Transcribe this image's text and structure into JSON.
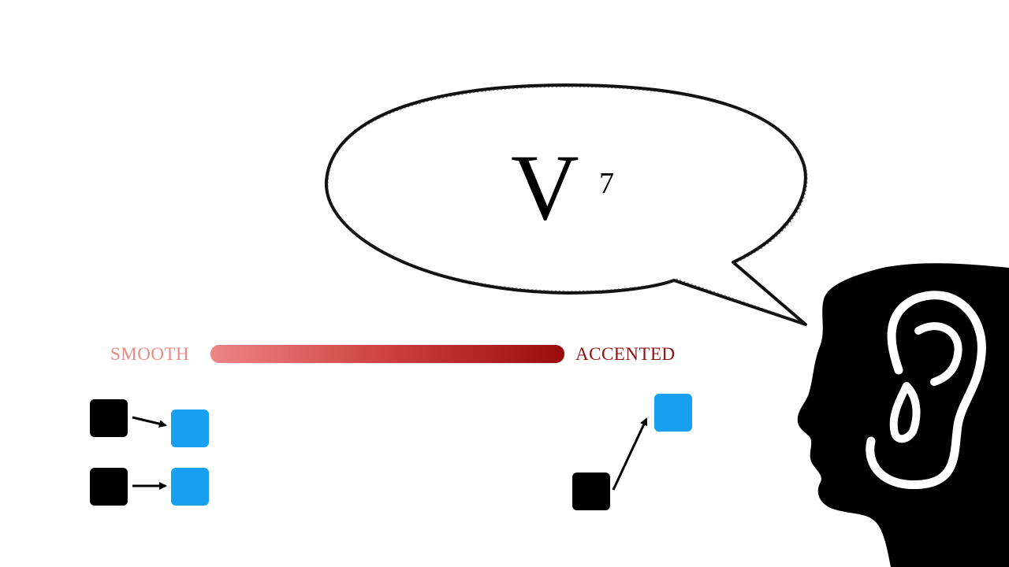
{
  "bubble": {
    "chord_numeral": "V",
    "chord_extension": "7"
  },
  "scale": {
    "left_label": "SMOOTH",
    "right_label": "ACCENTED",
    "gradient_start": "#ee8585",
    "gradient_end": "#9a0c0c"
  },
  "colors": {
    "source_note": "#000000",
    "target_note": "#189ff0",
    "left_label": "#e88a87",
    "right_label": "#8b1010"
  },
  "figure": {
    "icon": "head-with-ear-icon"
  }
}
